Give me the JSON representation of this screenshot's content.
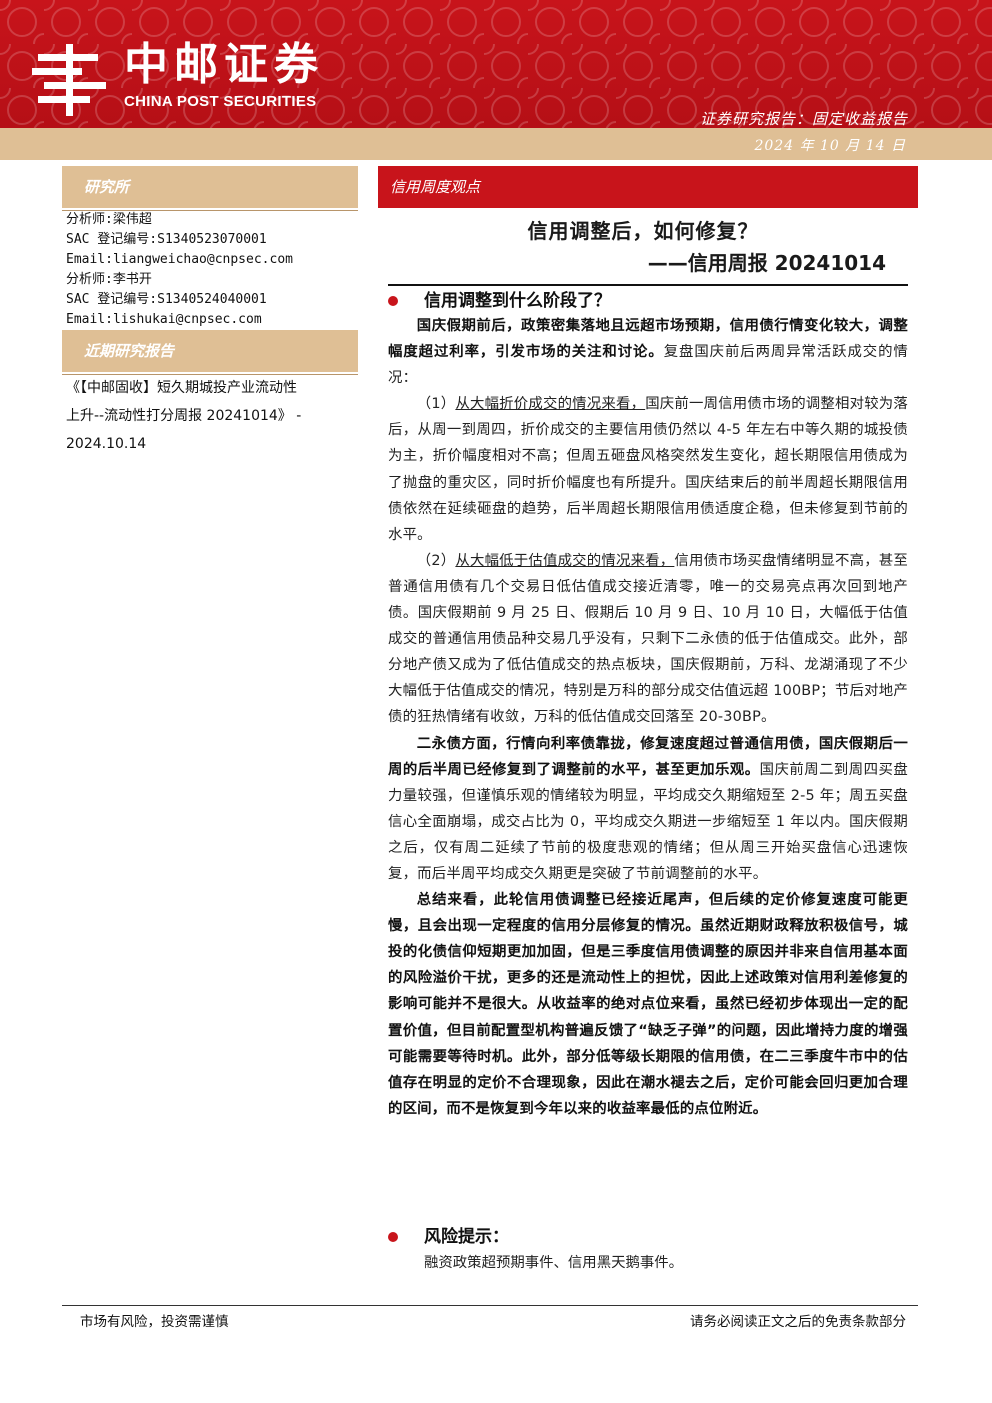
{
  "header": {
    "brand_cn": "中邮证券",
    "brand_en": "CHINA POST SECURITIES",
    "report_type": "证券研究报告：固定收益报告",
    "date": "2024 年 10 月 14 日",
    "brand_color": "#c8141b",
    "accent_color": "#dfbf95"
  },
  "sidebar": {
    "research_title": "研究所",
    "analysts": [
      "分析师:梁伟超",
      "SAC 登记编号:S1340523070001",
      "Email:liangweichao@cnpsec.com",
      "分析师:李书开",
      "SAC 登记编号:S1340524040001",
      "Email:lishukai@cnpsec.com"
    ],
    "recent_title": "近期研究报告",
    "recent_reports": [
      "《【中邮固收】短久期城投产业流动性",
      "上升--流动性打分周报 20241014》 -",
      "2024.10.14"
    ]
  },
  "main": {
    "tag": "信用周度观点",
    "title": "信用调整后，如何修复？",
    "subtitle": "——信用周报 20241014",
    "section1_heading": "信用调整到什么阶段了？",
    "p1_bold": "国庆假期前后，政策密集落地且远超市场预期，信用债行情变化较大，调整幅度超过利率，引发市场的关注和讨论。",
    "p1_rest": "复盘国庆前后两周异常活跃成交的情况：",
    "p2_prefix": "（1）",
    "p2_underline": "从大幅折价成交的情况来看，",
    "p2_rest": "国庆前一周信用债市场的调整相对较为落后，从周一到周四，折价成交的主要信用债仍然以 4-5 年左右中等久期的城投债为主，折价幅度相对不高；但周五砸盘风格突然发生变化，超长期限信用债成为了抛盘的重灾区，同时折价幅度也有所提升。国庆结束后的前半周超长期限信用债依然在延续砸盘的趋势，后半周超长期限信用债适度企稳，但未修复到节前的水平。",
    "p3_prefix": "（2）",
    "p3_underline": "从大幅低于估值成交的情况来看，",
    "p3_rest": "信用债市场买盘情绪明显不高，甚至普通信用债有几个交易日低估值成交接近清零，唯一的交易亮点再次回到地产债。国庆假期前 9 月 25 日、假期后 10 月 9 日、10 月 10 日，大幅低于估值成交的普通信用债品种交易几乎没有，只剩下二永债的低于估值成交。此外，部分地产债又成为了低估值成交的热点板块，国庆假期前，万科、龙湖涌现了不少大幅低于估值成交的情况，特别是万科的部分成交估值远超 100BP；节后对地产债的狂热情绪有收敛，万科的低估值成交回落至 20-30BP。",
    "p4_bold": "二永债方面，行情向利率债靠拢，修复速度超过普通信用债，国庆假期后一周的后半周已经修复到了调整前的水平，甚至更加乐观。",
    "p4_rest": "国庆前周二到周四买盘力量较强，但谨慎乐观的情绪较为明显，平均成交久期缩短至 2-5 年；周五买盘信心全面崩塌，成交占比为 0，平均成交久期进一步缩短至 1 年以内。国庆假期之后，仅有周二延续了节前的极度悲观的情绪；但从周三开始买盘信心迅速恢复，而后半周平均成交久期更是突破了节前调整前的水平。",
    "p5_bold": "总结来看，此轮信用债调整已经接近尾声，但后续的定价修复速度可能更慢，且会出现一定程度的信用分层修复的情况。虽然近期财政释放积极信号，城投的化债信仰短期更加加固，但是三季度信用债调整的原因并非来自信用基本面的风险溢价干扰，更多的还是流动性上的担忧，因此上述政策对信用利差修复的影响可能并不是很大。从收益率的绝对点位来看，虽然已经初步体现出一定的配置价值，但目前配置型机构普遍反馈了“缺乏子弹”的问题，因此增持力度的增强可能需要等待时机。此外，部分低等级长期限的信用债，在二三季度牛市中的估值存在明显的定价不合理现象，因此在潮水褪去之后，定价可能会回归更加合理的区间，而不是恢复到今年以来的收益率最低的点位附近。",
    "risk_heading": "风险提示：",
    "risk_text": "融资政策超预期事件、信用黑天鹅事件。"
  },
  "footer": {
    "left": "市场有风险，投资需谨慎",
    "right": "请务必阅读正文之后的免责条款部分"
  }
}
